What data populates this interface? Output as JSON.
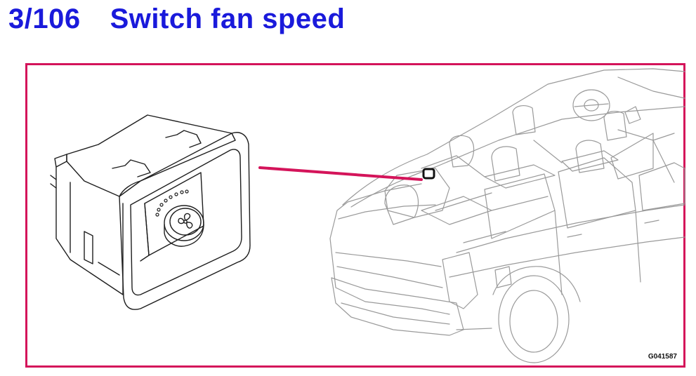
{
  "header": {
    "section_number": "3/106",
    "title": "Switch fan speed"
  },
  "diagram": {
    "figure_id": "G041587"
  },
  "colors": {
    "title_blue": "#1a1adb",
    "frame_red": "#d4145a",
    "pointer_red": "#d4145a",
    "line_art": "#9a9a9a",
    "switch_line": "#1e1e1e"
  },
  "icons": {
    "fan_symbol": "fan-icon"
  }
}
